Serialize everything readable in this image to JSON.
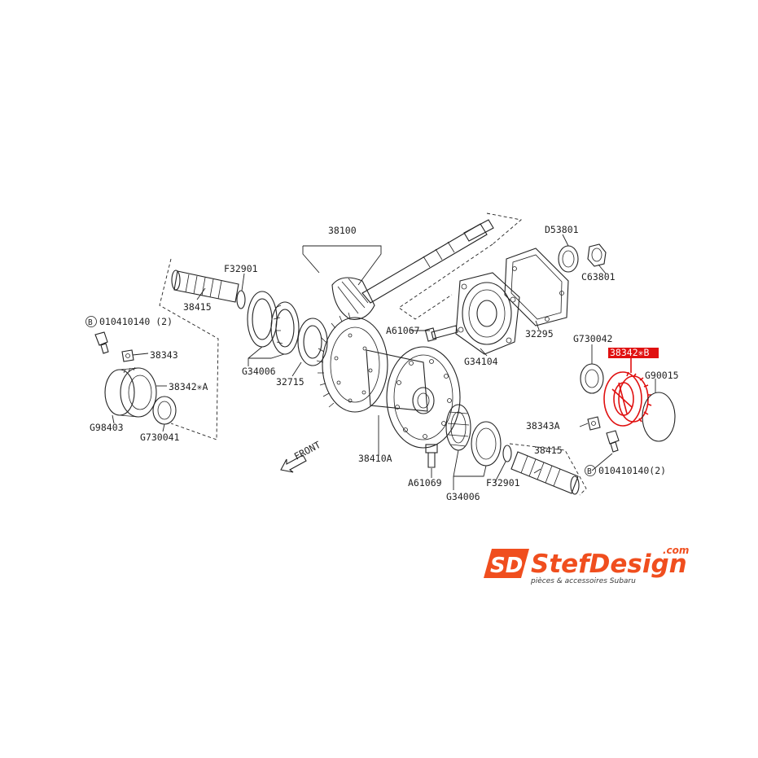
{
  "diagram": {
    "labels": {
      "p38100": "38100",
      "d53801": "D53801",
      "c63801": "C63801",
      "f32901_left": "F32901",
      "p38415_left": "38415",
      "b010410140_left": "010410140 (2)",
      "b_circle_left": "B",
      "p38343": "38343",
      "p38342a": "38342✳A",
      "g98403": "G98403",
      "g730041": "G730041",
      "g34006_left": "G34006",
      "p32715": "32715",
      "a61067": "A61067",
      "g34104": "G34104",
      "p32295": "32295",
      "g730042": "G730042",
      "p38342b": "38342✳B",
      "g90015": "G90015",
      "p38343a": "38343A",
      "b010410140_right": "010410140(2)",
      "b_circle_right": "B",
      "p38415_right": "38415",
      "f32901_right": "F32901",
      "g34006_right": "G34006",
      "a61069": "A61069",
      "p38410a": "38410A",
      "front": "FRONT"
    },
    "highlight_color": "#e01010"
  },
  "logo": {
    "mark": "SD",
    "name": "StefDesign",
    "domain": ".com",
    "tagline": "pièces & accessoires Subaru",
    "accent": "#f04e1e",
    "dark": "#3a3a3a"
  }
}
